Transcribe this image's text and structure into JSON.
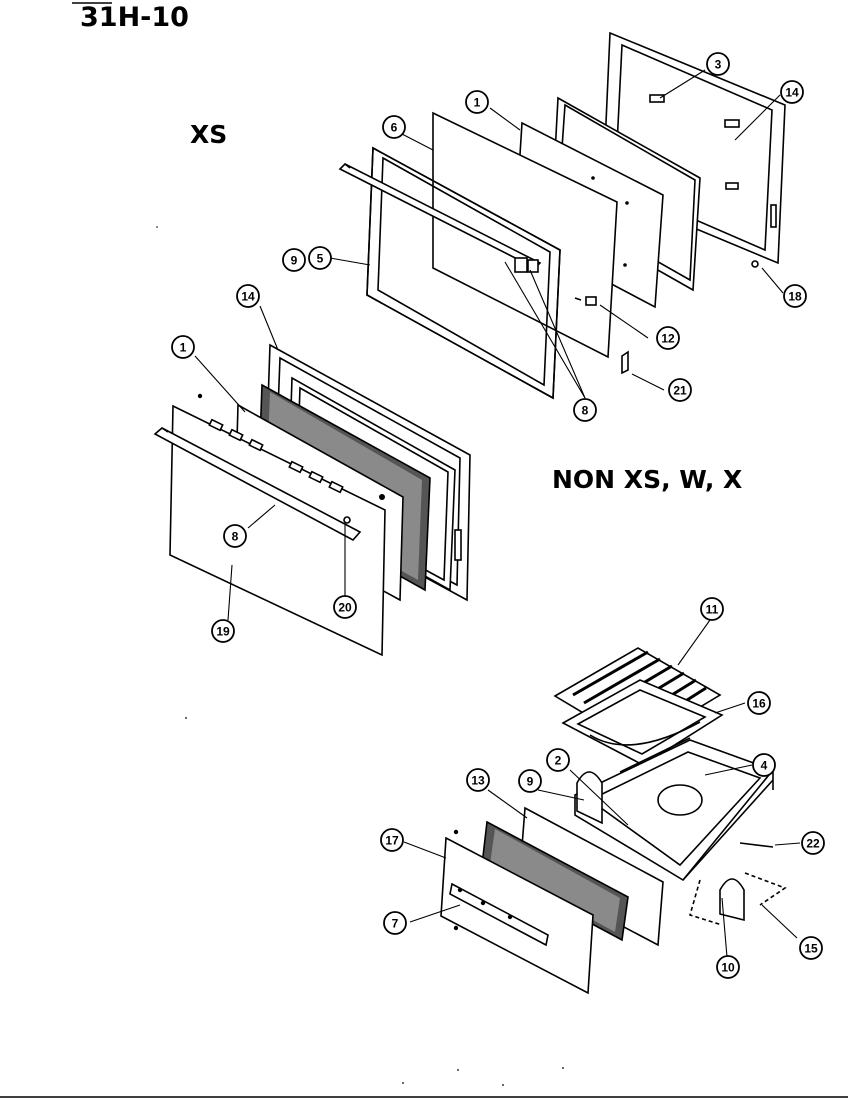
{
  "page": {
    "title": "31H-10"
  },
  "sections": {
    "top": "XS",
    "middle": "NON XS, W, X"
  },
  "callouts": {
    "upper": [
      "3",
      "14",
      "1",
      "6",
      "9",
      "5",
      "12",
      "18",
      "21",
      "8"
    ],
    "middle": [
      "14",
      "1",
      "8",
      "20",
      "19"
    ],
    "lower": [
      "11",
      "16",
      "2",
      "4",
      "13",
      "9",
      "17",
      "22",
      "7",
      "10",
      "15"
    ]
  }
}
